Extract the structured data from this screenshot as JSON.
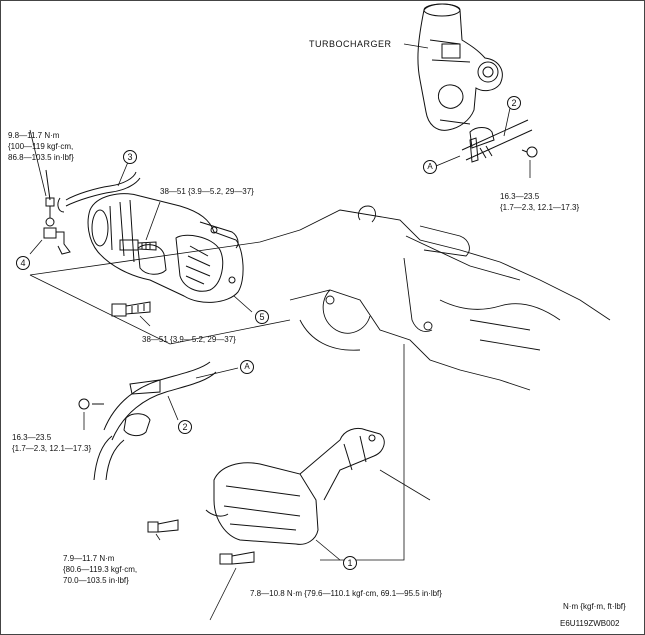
{
  "labels": {
    "turbocharger": "TURBOCHARGER",
    "torque_top_left_1": "9.8—11.7 N·m",
    "torque_top_left_2": "{100—119 kgf·cm,",
    "torque_top_left_3": "86.8—103.5 in·lbf}",
    "torque_starter_upper": "38—51 {3.9—5.2, 29—37}",
    "torque_starter_lower": "38—51 {3.9—5.2, 29—37}",
    "torque_right_1": "16.3—23.5",
    "torque_right_2": "{1.7—2.3, 12.1—17.3}",
    "torque_mid_left_1": "16.3—23.5",
    "torque_mid_left_2": "{1.7—2.3, 12.1—17.3}",
    "torque_bottom_left_1": "7.9—11.7 N·m",
    "torque_bottom_left_2": "{80.6—119.3 kgf·cm,",
    "torque_bottom_left_3": "70.0—103.5 in·lbf}",
    "torque_bottom": "7.8—10.8 N·m {79.6—110.1 kgf·cm, 69.1—95.5 in·lbf}",
    "units_legend": "N·m {kgf·m, ft·lbf}",
    "figure_code": "E6U119ZWB002"
  },
  "callouts": {
    "c1": "1",
    "c2_top": "2",
    "c2_mid": "2",
    "c3": "3",
    "c4": "4",
    "c5": "5",
    "a_top": "A",
    "a_mid": "A"
  },
  "colors": {
    "line": "#111111",
    "background": "#ffffff"
  }
}
